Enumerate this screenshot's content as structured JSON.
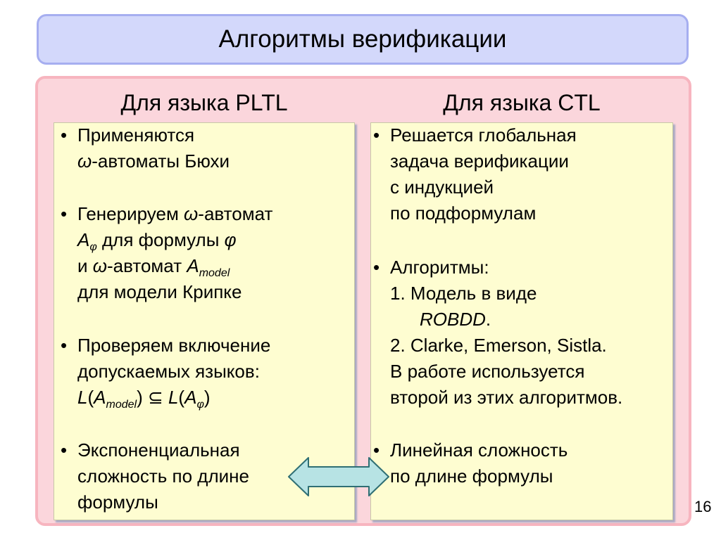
{
  "title": "Алгоритмы верификации",
  "left": {
    "heading": "Для языка PLTL",
    "items": [
      [
        "Применяются",
        "ω-автоматы Бюхи"
      ],
      [
        "Генерируем ω-автомат",
        "Aφ для формулы φ",
        "и ω-автомат Amodel",
        "для модели Крипке"
      ],
      [
        "Проверяем включение",
        "допускаемых языков:",
        "L(Amodel) ⊆ L(Aφ)"
      ],
      [
        "Экспоненциальная",
        "сложность по длине",
        "формулы"
      ]
    ]
  },
  "right": {
    "heading": "Для языка CTL",
    "items": [
      [
        "Решается глобальная",
        "задача верификации",
        "с индукцией",
        "по подформулам"
      ],
      [
        "Алгоритмы:",
        "1. Модель в виде",
        "ROBDD.",
        "2. Clarke, Emerson, Sistla.",
        "В работе используется",
        "второй из этих алгоритмов."
      ],
      [
        "Линейная сложность",
        "по длине формулы"
      ]
    ]
  },
  "bullet": "•",
  "page_number": "16",
  "colors": {
    "title_bg": "#d3d8fb",
    "title_border": "#a6aef0",
    "outer_bg": "#fbd6dc",
    "outer_border": "#f7b5bf",
    "panel_bg": "#fefdd1",
    "arrow_fill": "#b7e3e4",
    "arrow_stroke": "#2f6f74"
  },
  "icons": {
    "arrow": "double-arrow-icon"
  }
}
